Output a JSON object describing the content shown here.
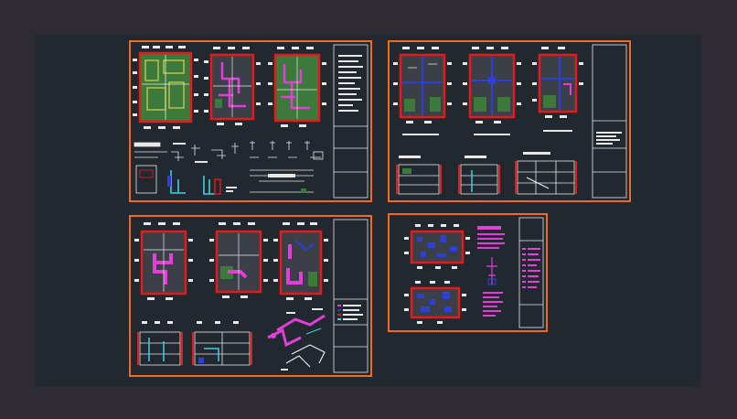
{
  "colors": {
    "background": "#2e2b33",
    "canvas": "#212830",
    "sheet_border": "#f26a1b",
    "wall": "#e41b1b",
    "pipe_magenta": "#e23fd6",
    "pipe_blue": "#2e3fd8",
    "green_zone": "#3c7a3c",
    "yellow_line": "#d9d24a",
    "linework": "#e8e8e8",
    "cyan": "#3ad0e0"
  },
  "sheets": [
    {
      "id": "sheet-1",
      "content": "plumbing-floor-plans-and-details"
    },
    {
      "id": "sheet-2",
      "content": "sanitary-floor-plans-and-sections"
    },
    {
      "id": "sheet-3",
      "content": "water-supply-plans-and-isometrics"
    },
    {
      "id": "sheet-4",
      "content": "roof-plans-and-legend"
    }
  ]
}
